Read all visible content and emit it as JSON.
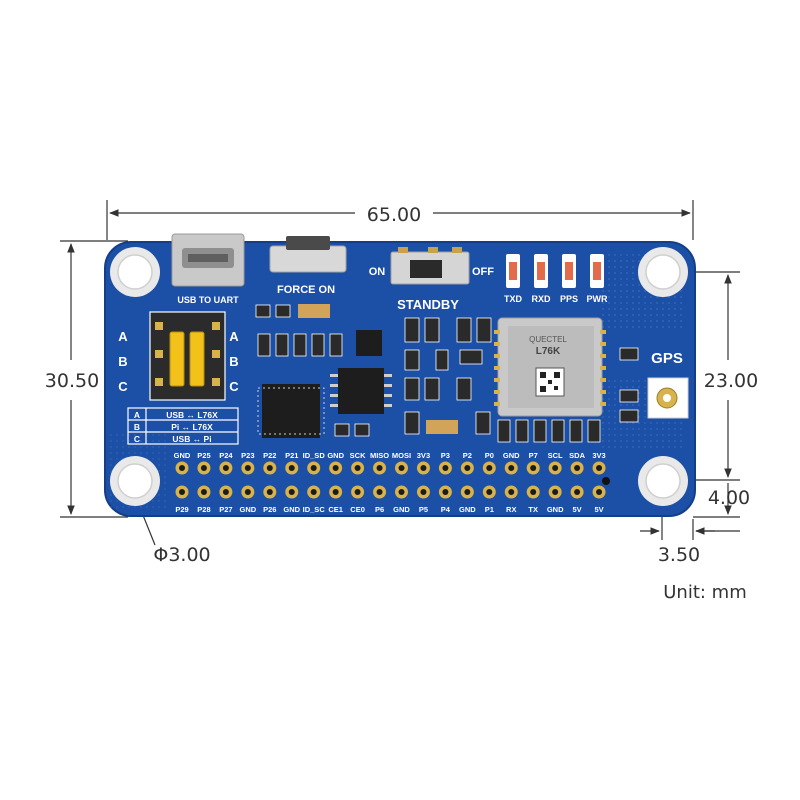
{
  "colors": {
    "pcb": "#1c4fa6",
    "pcb_edge": "#143e88",
    "silkscreen": "#ffffff",
    "gold": "#d8b24a",
    "dimension": "#333333",
    "chip": "#1d1d1d",
    "jumper_cap": "#f2c21a"
  },
  "dimensions": {
    "width": "65.00",
    "height": "30.50",
    "hole_spacing": "23.00",
    "edge_offset_y": "4.00",
    "edge_offset_x": "3.50",
    "hole_diameter": "Φ3.00",
    "unit": "Unit: mm"
  },
  "board": {
    "usb_label": "USB TO UART",
    "force_on_label": "FORCE ON",
    "on_label": "ON",
    "off_label": "OFF",
    "standby_label": "STANDBY",
    "gps_label": "GPS",
    "module_brand": "QUECTEL",
    "module_name": "L76K",
    "leds": [
      "TXD",
      "RXD",
      "PPS",
      "PWR"
    ],
    "jumper_row_labels": [
      "A",
      "B",
      "C"
    ],
    "mode_table": [
      {
        "key": "A",
        "value": "USB ↔ L76X"
      },
      {
        "key": "B",
        "value": "Pi ↔ L76X"
      },
      {
        "key": "C",
        "value": "USB ↔ Pi"
      }
    ],
    "header_top_labels": [
      "GND",
      "P25",
      "P24",
      "P23",
      "P22",
      "P21",
      "ID_SD",
      "GND",
      "SCK",
      "MISO",
      "MOSI",
      "3V3",
      "P3",
      "P2",
      "P0",
      "GND",
      "P7",
      "SCL",
      "SDA",
      "3V3"
    ],
    "header_bottom_labels": [
      "P29",
      "P28",
      "P27",
      "GND",
      "P26",
      "GND",
      "ID_SC",
      "CE1",
      "CE0",
      "P6",
      "GND",
      "P5",
      "P4",
      "GND",
      "P1",
      "RX",
      "TX",
      "GND",
      "5V",
      "5V"
    ]
  }
}
